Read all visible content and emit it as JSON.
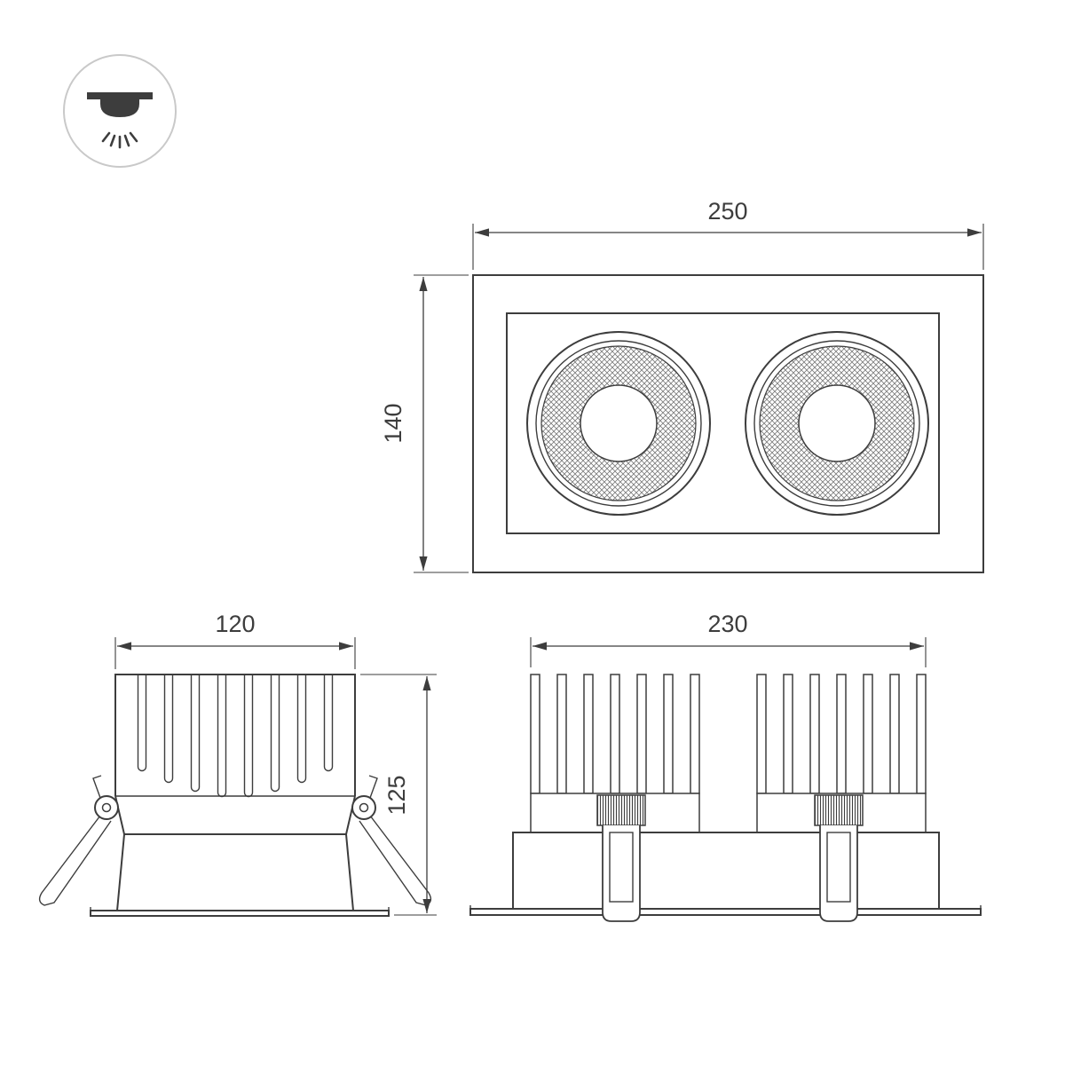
{
  "icon": {
    "name": "recessed-downlight-icon"
  },
  "views": {
    "front": {
      "width_label": "250",
      "height_label": "140"
    },
    "side": {
      "width_label": "120",
      "height_label": "125"
    },
    "rear": {
      "width_label": "230"
    }
  },
  "colors": {
    "line": "#3d3d3d",
    "icon_ring": "#c9c9c9",
    "background": "#ffffff"
  }
}
